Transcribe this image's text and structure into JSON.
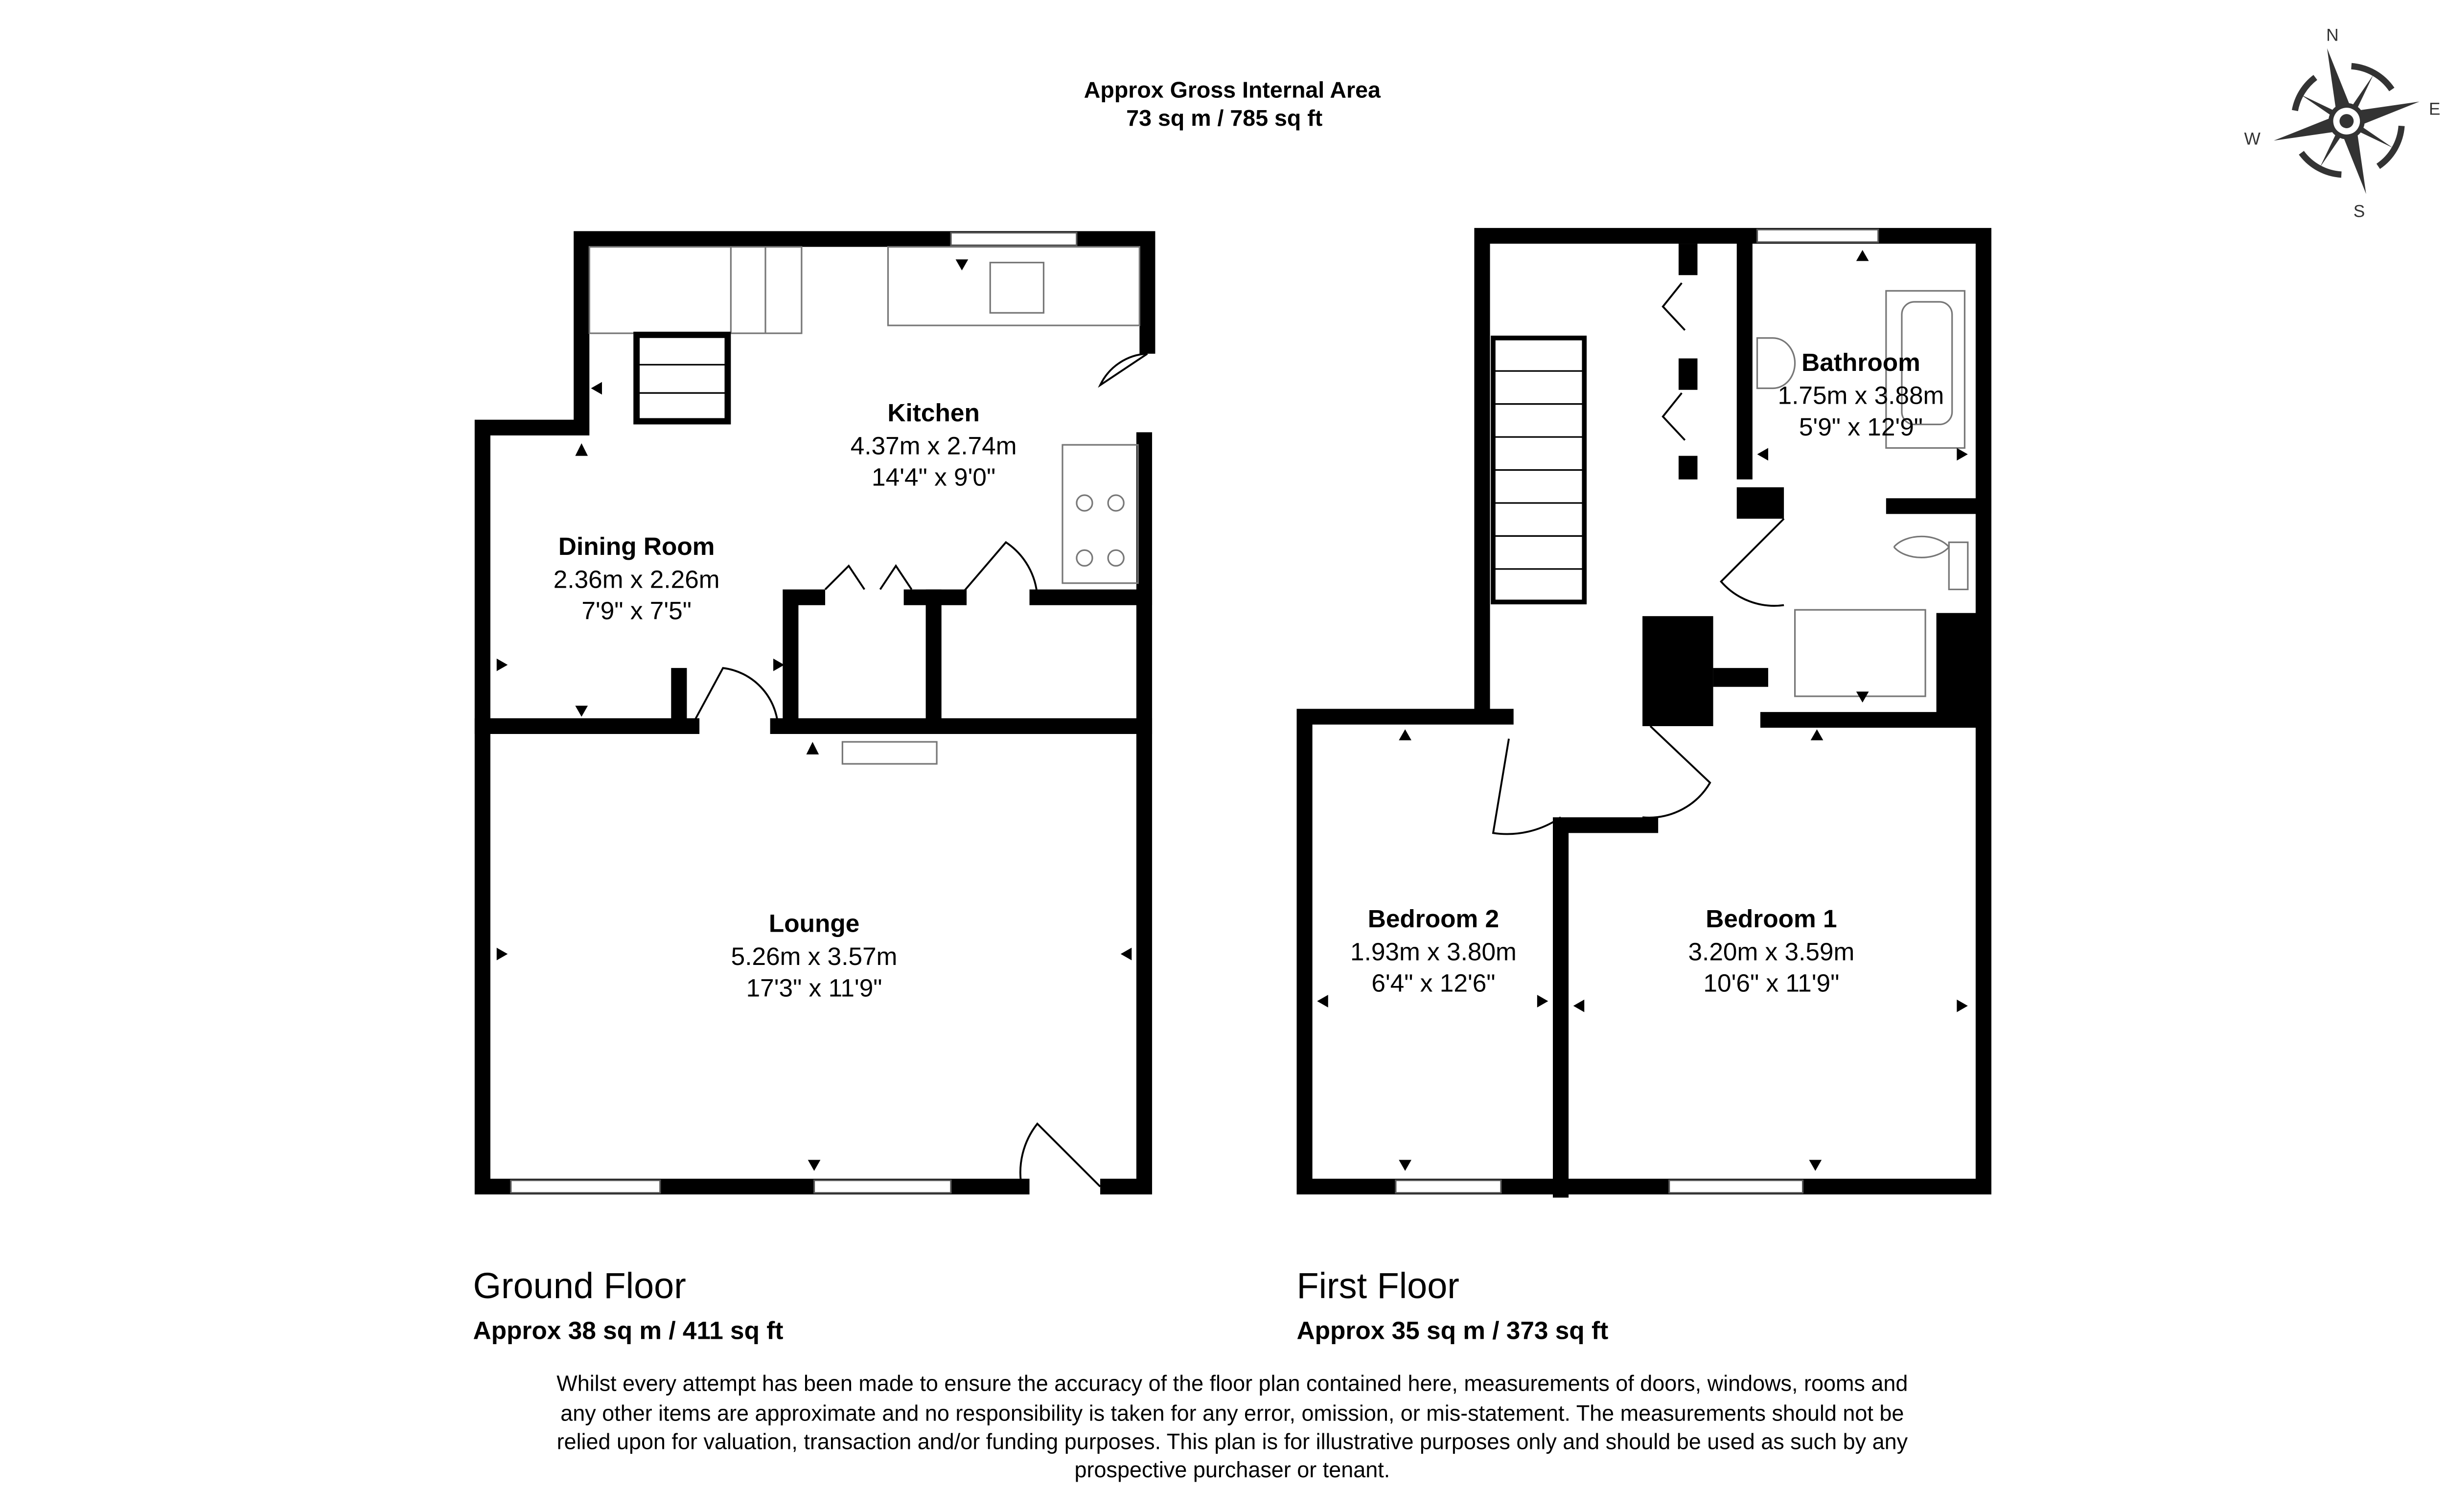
{
  "header": {
    "title": "Approx Gross Internal Area",
    "total_area": "73 sq m / 785 sq ft"
  },
  "compass": {
    "icon": "compass-rose-icon",
    "n": "N",
    "e": "E",
    "s": "S",
    "w": "W"
  },
  "floors": [
    {
      "name": "Ground Floor",
      "area": "Approx 38 sq m / 411 sq ft",
      "rooms": [
        {
          "name": "Kitchen",
          "metric": "4.37m x 2.74m",
          "imperial": "14'4\" x 9'0\""
        },
        {
          "name": "Dining Room",
          "metric": "2.36m x 2.26m",
          "imperial": "7'9\" x 7'5\""
        },
        {
          "name": "Lounge",
          "metric": "5.26m x 3.57m",
          "imperial": "17'3\" x 11'9\""
        }
      ]
    },
    {
      "name": "First Floor",
      "area": "Approx 35 sq m / 373 sq ft",
      "rooms": [
        {
          "name": "Bathroom",
          "metric": "1.75m x 3.88m",
          "imperial": "5'9\" x 12'9\""
        },
        {
          "name": "Bedroom 2",
          "metric": "1.93m x 3.80m",
          "imperial": "6'4\" x 12'6\""
        },
        {
          "name": "Bedroom 1",
          "metric": "3.20m x 3.59m",
          "imperial": "10'6\" x 11'9\""
        }
      ]
    }
  ],
  "disclaimer": [
    "Whilst every attempt has been made to ensure the accuracy of the floor plan contained here, measurements of doors, windows, rooms and",
    "any other items are approximate and no responsibility is taken for any error, omission, or mis-statement. The measurements should not be",
    "relied upon for valuation, transaction and/or funding purposes. This plan is for illustrative purposes only and should be used as such by any",
    "prospective purchaser or tenant."
  ]
}
